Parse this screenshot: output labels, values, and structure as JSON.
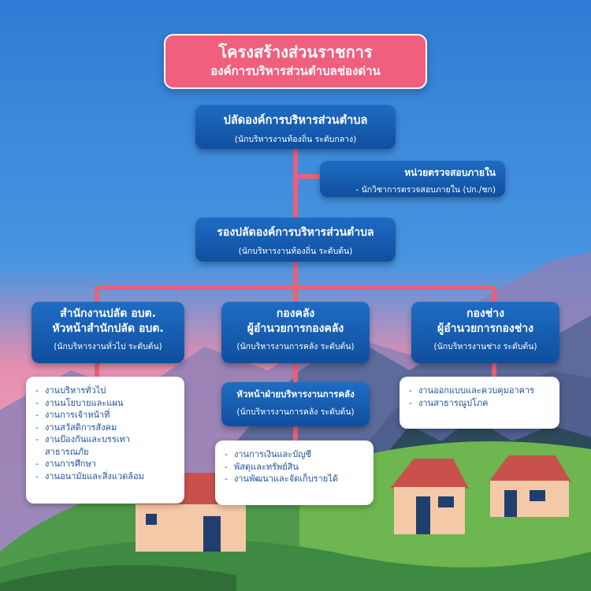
{
  "title": {
    "line1": "โครงสร้างส่วนราชการ",
    "line2": "องค์การบริหารส่วนตำบลช่องด่าน"
  },
  "colors": {
    "title_bg": "#f0607e",
    "box_bg": "#1561b8",
    "connector": "#e9607a",
    "card_text": "#1c4f9c"
  },
  "chief": {
    "title": "ปลัดองค์การบริหารส่วนตำบล",
    "subtitle": "(นักบริหารงานท้องถิ่น ระดับกลาง)"
  },
  "audit": {
    "title": "หน่วยตรวจสอบภายใน",
    "subtitle": "- นักวิชาการตรวจสอบภายใน (ปก./ชก)"
  },
  "deputy": {
    "title": "รองปลัดองค์การบริหารส่วนตำบล",
    "subtitle": "(นักบริหารงานท้องถิ่น ระดับต้น)"
  },
  "departments": [
    {
      "title1": "สำนักงานปลัด อบต.",
      "title2": "หัวหน้าสำนักปลัด อบต.",
      "subtitle": "(นักบริหารงานทั่วไป ระดับต้น)",
      "tasks": [
        "งานบริหารทั่วไป",
        "งานนโยบายและแผน",
        "งานการเจ้าหน้าที่",
        "งานสวัสดิการสังคม",
        "งานป้องกันและบรรเทา สาธารณภัย",
        "งานการศึกษา",
        "งานอนามัยและสิ่งแวดล้อม"
      ]
    },
    {
      "title1": "กองคลัง",
      "title2": "ผู้อำนวยการกองคลัง",
      "subtitle": "(นักบริหารงานการคลัง ระดับต้น)",
      "sub_unit": {
        "title": "หัวหน้าฝ่ายบริหารงานการคลัง",
        "subtitle": "(นักบริหารงานการคลัง ระดับต้น)"
      },
      "tasks": [
        "งานการเงินและบัญชี",
        "พัสดุและทรัพย์สิน",
        "งานพัฒนาและจัดเก็บรายได้"
      ]
    },
    {
      "title1": "กองช่าง",
      "title2": "ผู้อำนวยการกองช่าง",
      "subtitle": "(นักบริหารงานช่าง ระดับต้น)",
      "tasks": [
        "งานออกแบบและควบคุมอาคาร",
        "งานสาธารณูปโภค"
      ]
    }
  ]
}
